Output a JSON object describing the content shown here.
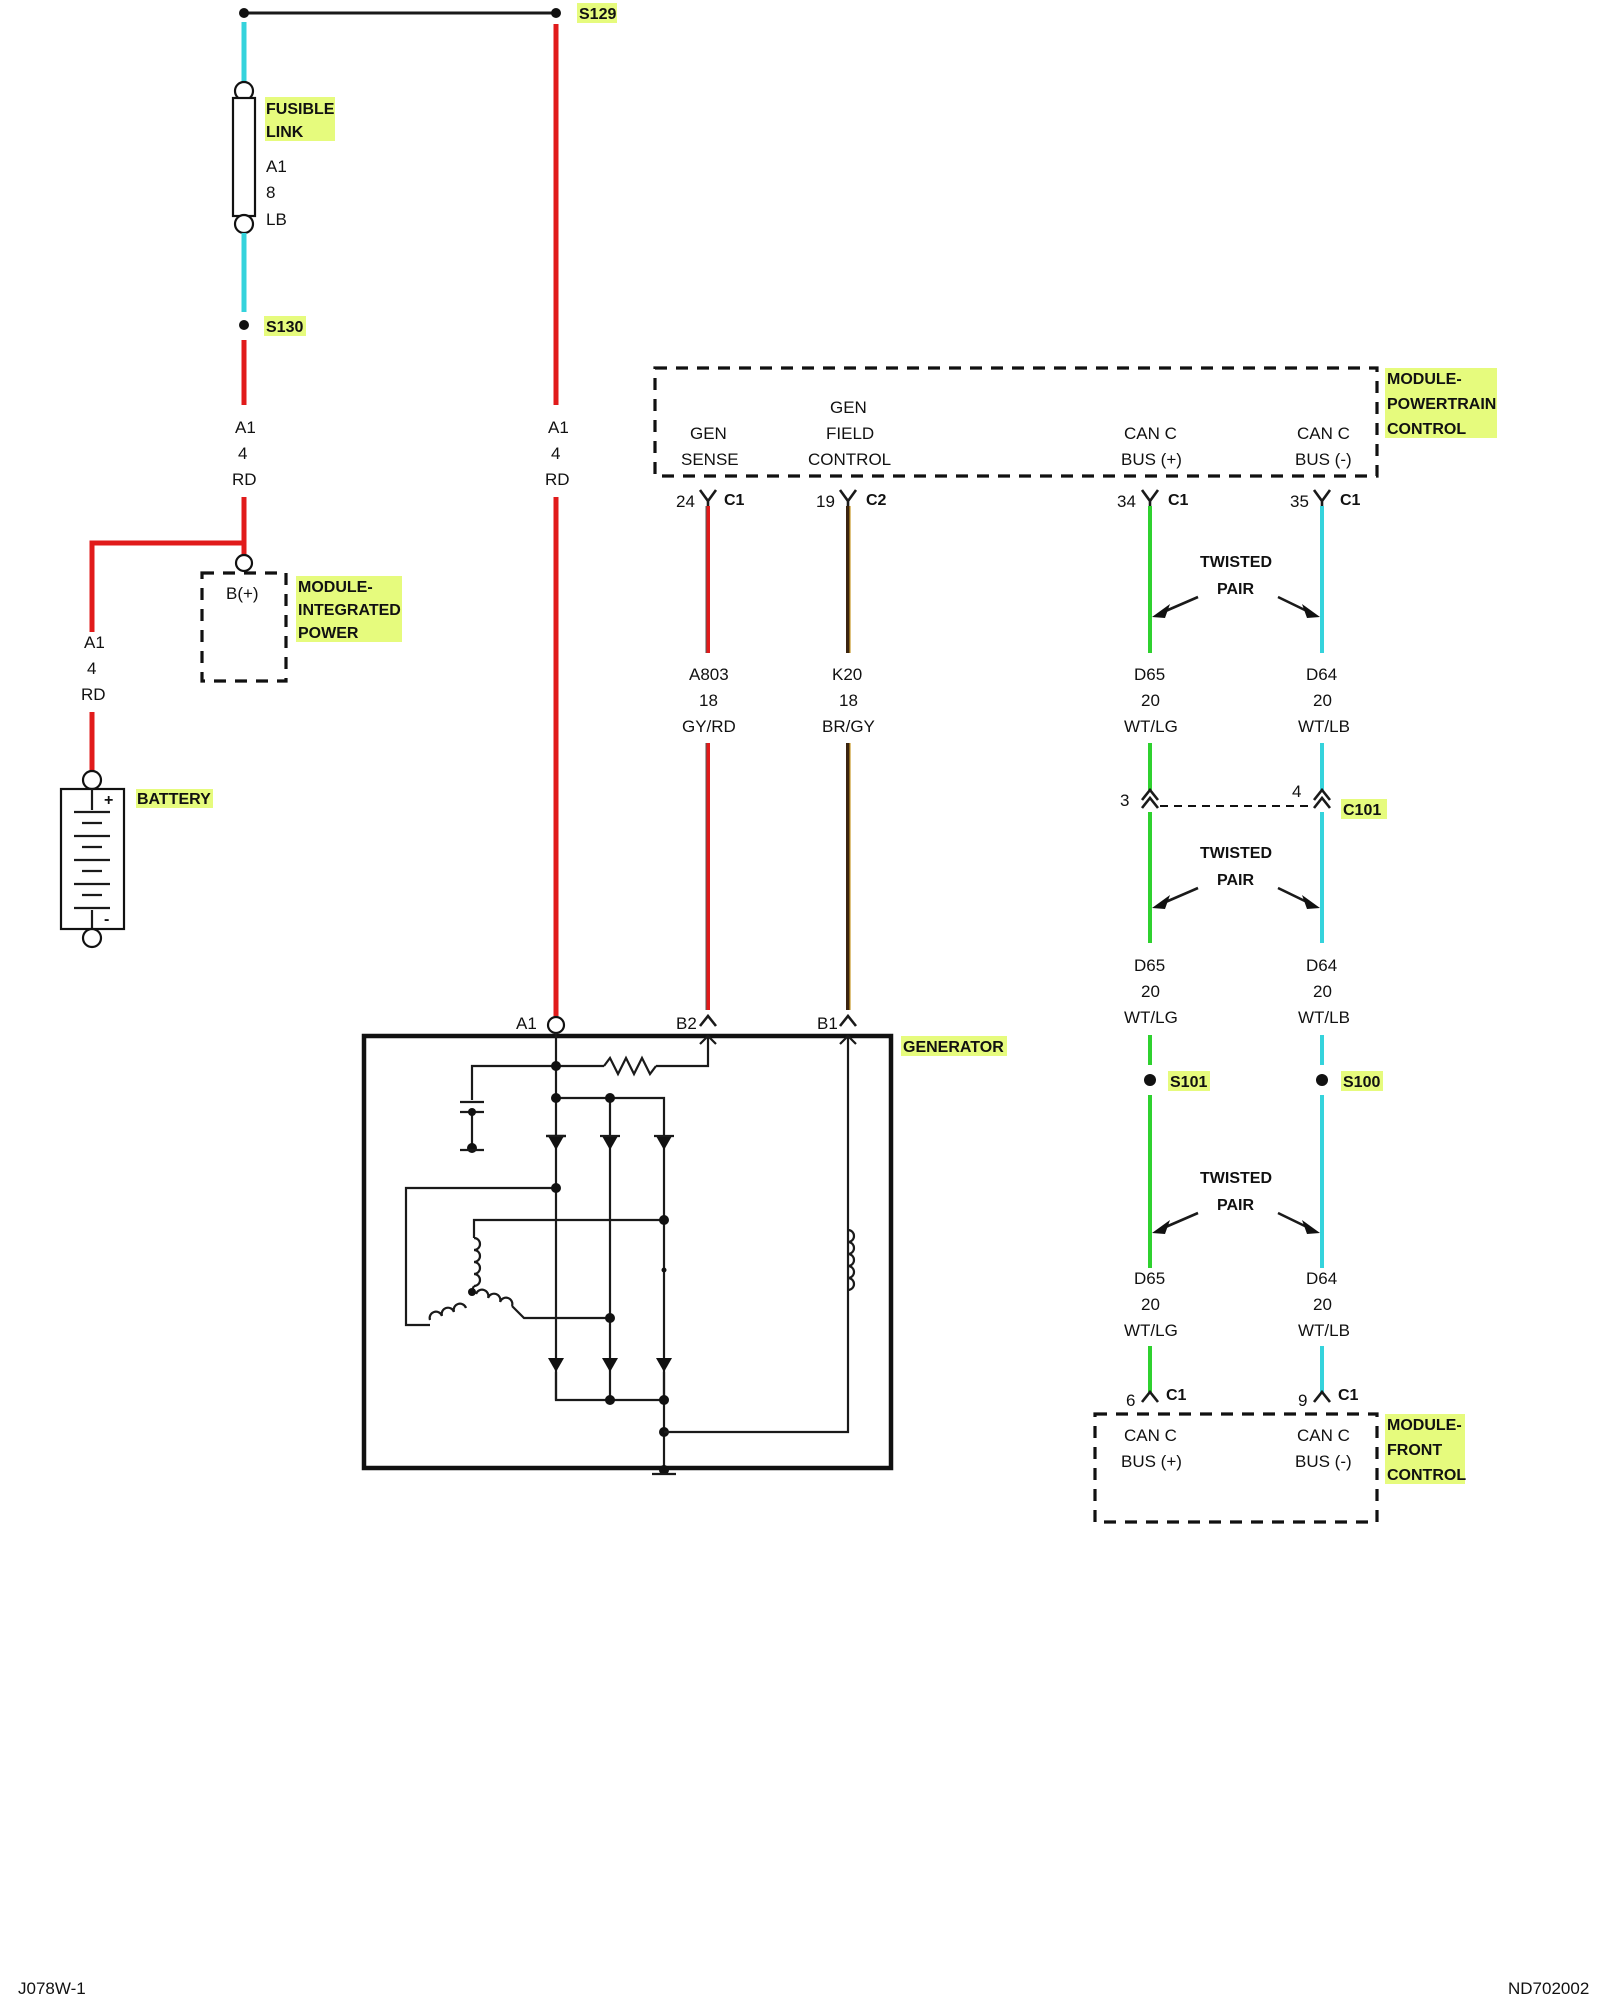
{
  "labels": {
    "s129": "S129",
    "fusible_link": [
      "FUSIBLE",
      "LINK"
    ],
    "fusible_wire": [
      "A1",
      "8",
      "LB"
    ],
    "s130": "S130",
    "wire_a1_left": [
      "A1",
      "4",
      "RD"
    ],
    "wire_a1_mid": [
      "A1",
      "4",
      "RD"
    ],
    "wire_a1_batt": [
      "A1",
      "4",
      "RD"
    ],
    "b_plus": "B(+)",
    "mip": [
      "MODULE-",
      "INTEGRATED",
      "POWER"
    ],
    "battery": "BATTERY",
    "pcm": [
      "MODULE-",
      "POWERTRAIN",
      "CONTROL"
    ],
    "gen_sense": [
      "GEN",
      "SENSE"
    ],
    "gen_field": [
      "GEN",
      "FIELD",
      "CONTROL"
    ],
    "can_plus_top": [
      "CAN C",
      "BUS (+)"
    ],
    "can_minus_top": [
      "CAN C",
      "BUS (-)"
    ],
    "pin_24": "24",
    "pin_19": "19",
    "pin_34": "34",
    "pin_35": "35",
    "c1": "C1",
    "c2": "C2",
    "twisted_pair": [
      "TWISTED",
      "PAIR"
    ],
    "wire_a803": [
      "A803",
      "18",
      "GY/RD"
    ],
    "wire_k20": [
      "K20",
      "18",
      "BR/GY"
    ],
    "wire_d65": [
      "D65",
      "20",
      "WT/LG"
    ],
    "wire_d64": [
      "D64",
      "20",
      "WT/LB"
    ],
    "pin_3": "3",
    "pin_4": "4",
    "c101": "C101",
    "s101": "S101",
    "s100": "S100",
    "term_a1": "A1",
    "term_b2": "B2",
    "term_b1": "B1",
    "generator": "GENERATOR",
    "pin_6": "6",
    "pin_9": "9",
    "can_plus_bot": [
      "CAN C",
      "BUS (+)"
    ],
    "can_minus_bot": [
      "CAN C",
      "BUS (-)"
    ],
    "fcm": [
      "MODULE-",
      "FRONT",
      "CONTROL"
    ],
    "footer_left": "J078W-1",
    "footer_right": "ND702002",
    "battery_plus": "+",
    "battery_minus": "-"
  },
  "colors": {
    "red": "#e11b1b",
    "light_blue": "#35d3dc",
    "green": "#2fd12f",
    "brown": "#3a2410",
    "highlight": "#e6fb7d"
  }
}
